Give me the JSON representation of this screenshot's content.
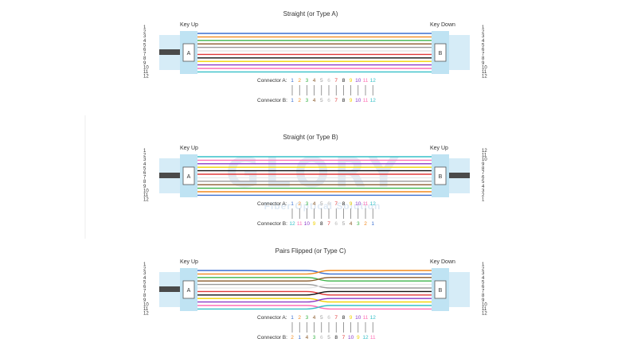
{
  "fiber_colors": [
    "#3a6fd0",
    "#f28a1e",
    "#3cb54a",
    "#8a5a2b",
    "#9a9a9a",
    "#e8e8e8",
    "#e23a3a",
    "#111111",
    "#f2d200",
    "#8a3ac8",
    "#ff6fb5",
    "#36c0c8"
  ],
  "watermark": {
    "logo": "GLORY",
    "tagline": "Fiber Optical Solution"
  },
  "diagrams": [
    {
      "id": "type-a",
      "title": "Straight (or Type A)",
      "left_key": "Key Up",
      "right_key": "Key Down",
      "left_connector": "A",
      "right_connector": "B",
      "left_numbers": [
        "1",
        "2",
        "3",
        "4",
        "5",
        "6",
        "7",
        "8",
        "9",
        "10",
        "11",
        "12"
      ],
      "right_numbers": [
        "1",
        "2",
        "3",
        "4",
        "5",
        "6",
        "7",
        "8",
        "9",
        "10",
        "11",
        "12"
      ],
      "mode": "straight",
      "row_a_label": "Connector A:",
      "row_a": [
        "1",
        "2",
        "3",
        "4",
        "5",
        "6",
        "7",
        "8",
        "9",
        "10",
        "11",
        "12"
      ],
      "row_b_label": "Connector B:",
      "row_b": [
        "1",
        "2",
        "3",
        "4",
        "5",
        "6",
        "7",
        "8",
        "9",
        "10",
        "11",
        "12"
      ]
    },
    {
      "id": "type-b",
      "title": "Straight (or Type B)",
      "left_key": "Key Up",
      "right_key": "Key Up",
      "left_connector": "A",
      "right_connector": "B",
      "left_numbers": [
        "1",
        "2",
        "3",
        "4",
        "5",
        "6",
        "7",
        "8",
        "9",
        "10",
        "11",
        "12"
      ],
      "right_numbers": [
        "12",
        "11",
        "10",
        "9",
        "8",
        "7",
        "6",
        "5",
        "4",
        "3",
        "2",
        "1"
      ],
      "mode": "reversed",
      "row_a_label": "Connector A:",
      "row_a": [
        "1",
        "2",
        "3",
        "4",
        "5",
        "6",
        "7",
        "8",
        "9",
        "10",
        "11",
        "12"
      ],
      "row_b_label": "Connector B:",
      "row_b": [
        "12",
        "11",
        "10",
        "9",
        "8",
        "7",
        "6",
        "5",
        "4",
        "3",
        "2",
        "1"
      ]
    },
    {
      "id": "type-c",
      "title": "Pairs Flipped (or Type C)",
      "left_key": "Key Up",
      "right_key": "Key Down",
      "left_connector": "A",
      "right_connector": "B",
      "left_numbers": [
        "1",
        "2",
        "3",
        "4",
        "5",
        "6",
        "7",
        "8",
        "9",
        "10",
        "11",
        "12"
      ],
      "right_numbers": [
        "1",
        "2",
        "3",
        "4",
        "5",
        "6",
        "7",
        "8",
        "9",
        "10",
        "11",
        "12"
      ],
      "mode": "pairs",
      "row_a_label": "Connector A:",
      "row_a": [
        "1",
        "2",
        "3",
        "4",
        "5",
        "6",
        "7",
        "8",
        "9",
        "10",
        "11",
        "12"
      ],
      "row_b_label": "Connector B:",
      "row_b": [
        "2",
        "1",
        "4",
        "3",
        "6",
        "5",
        "8",
        "7",
        "10",
        "9",
        "12",
        "11"
      ]
    }
  ]
}
